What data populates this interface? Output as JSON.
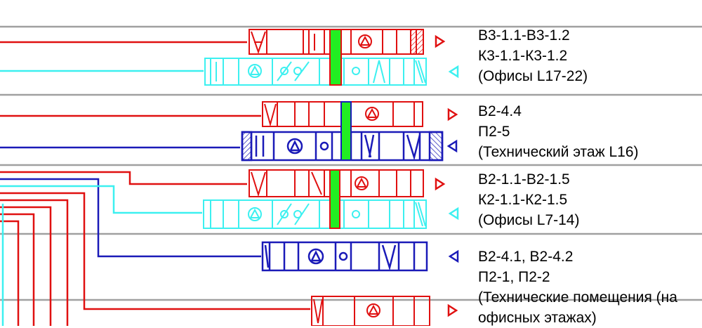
{
  "colors": {
    "supply_red": "#e01010",
    "extract_cyan": "#3cf0f0",
    "supply_blue": "#1a1ab8",
    "heat_recovery_green": "#22ee22",
    "separator": "#a0a0a0",
    "text": "#000000"
  },
  "units": [
    {
      "lines": [
        "В3-1.1-В3-1.2",
        "К3-1.1-К3-1.2",
        "(Офисы L17-22)"
      ]
    },
    {
      "lines": [
        "В2-4.4",
        "П2-5",
        "(Технический этаж L16)"
      ]
    },
    {
      "lines": [
        "В2-1.1-В2-1.5",
        "К2-1.1-К2-1.5",
        "(Офисы L7-14)"
      ]
    },
    {
      "lines": [
        "В2-4.1, В2-4.2",
        "П2-1, П2-2",
        "(Технические помещения (на",
        "офисных этажах)"
      ]
    }
  ]
}
